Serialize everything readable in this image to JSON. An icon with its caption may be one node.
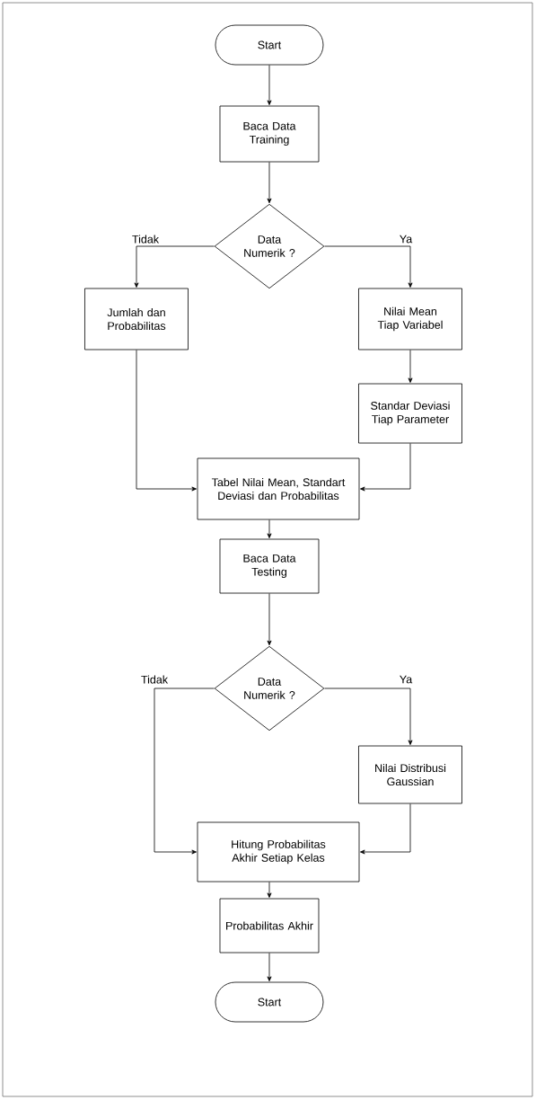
{
  "diagram": {
    "nodes": [
      {
        "text": [
          "Start"
        ]
      },
      {
        "text": [
          "Baca Data Training"
        ]
      },
      {
        "text": [
          "Data Numerik ?"
        ]
      },
      {
        "text": [
          "Jumlah dan Probabilitas"
        ]
      },
      {
        "text": [
          "Nilai Mean Tiap Variabel"
        ]
      },
      {
        "text": [
          "Standar Deviasi Tiap Parameter"
        ]
      },
      {
        "text": [
          "Tabel Nilai Mean, Standart Deviasi dan Probabilitas"
        ]
      },
      {
        "text": [
          "Baca Data Testing"
        ]
      },
      {
        "text": [
          "Data Numerik ?"
        ]
      },
      {
        "text": [
          "Nilai Distribusi Gaussian"
        ]
      },
      {
        "text": [
          "Hitung Probabilitas Akhir Setiap Kelas"
        ]
      },
      {
        "text": [
          "Probabilitas Akhir"
        ]
      },
      {
        "text": [
          "Start"
        ]
      }
    ],
    "edges": [
      {
        "from": 0,
        "to": 1,
        "arrow": "to"
      },
      {
        "from": 1,
        "to": 2,
        "arrow": "to"
      },
      {
        "from": 2,
        "to": 3,
        "arrow": "to",
        "label": "Tidak"
      },
      {
        "from": 2,
        "to": 4,
        "arrow": "to",
        "label": "Ya"
      },
      {
        "from": 4,
        "to": 5,
        "arrow": "to"
      },
      {
        "from": 3,
        "to": 6,
        "arrow": "to"
      },
      {
        "from": 5,
        "to": 6,
        "arrow": "to"
      },
      {
        "from": 6,
        "to": 7,
        "arrow": "to"
      },
      {
        "from": 7,
        "to": 8,
        "arrow": "to"
      },
      {
        "from": 8,
        "to": 10,
        "arrow": "to",
        "label": "Tidak"
      },
      {
        "from": 8,
        "to": 9,
        "arrow": "to",
        "label": "Ya"
      },
      {
        "from": 9,
        "to": 10,
        "arrow": "to"
      },
      {
        "from": 10,
        "to": 11,
        "arrow": "to"
      },
      {
        "from": 11,
        "to": 12,
        "arrow": "to"
      }
    ]
  }
}
